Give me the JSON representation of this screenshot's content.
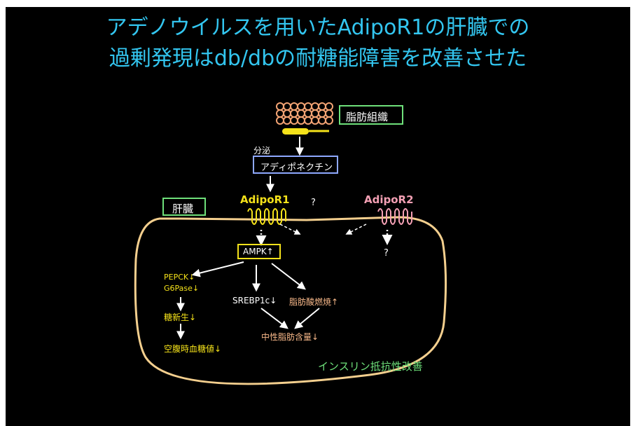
{
  "title": {
    "line1": "アデノウイルスを用いたAdipoR1の肝臓での",
    "line2": "過剰発現はdb/dbの耐糖能障害を改善させた"
  },
  "colors": {
    "title": "#33c6f0",
    "adipose_cells": "#f4a474",
    "cell_outline": "#f4cf8e",
    "adipor1": "#f5e21a",
    "adipor2": "#f4a0b4",
    "green_label": "#6ee07a",
    "adiponectin_box": "#8ea8ff"
  },
  "diagram": {
    "adipose_tissue": "脂肪組織",
    "secretion": "分泌",
    "adiponectin": "アディポネクチン",
    "liver": "肝臓",
    "adipor1": "AdipoR1",
    "adipor2": "AdipoR2",
    "question_top": "?",
    "question_adipor2": "?",
    "ampk": "AMPK↑",
    "pepck": "PEPCK↓",
    "g6pase": "G6Pase↓",
    "gluconeogenesis": "糖新生↓",
    "fasting_glucose": "空腹時血糖値↓",
    "srebp1c": "SREBP1c↓",
    "fatty_acid_oxidation": "脂肪酸燃焼↑",
    "neutral_fat": "中性脂肪含量↓",
    "insulin_resistance": "インスリン抵抗性改善"
  }
}
